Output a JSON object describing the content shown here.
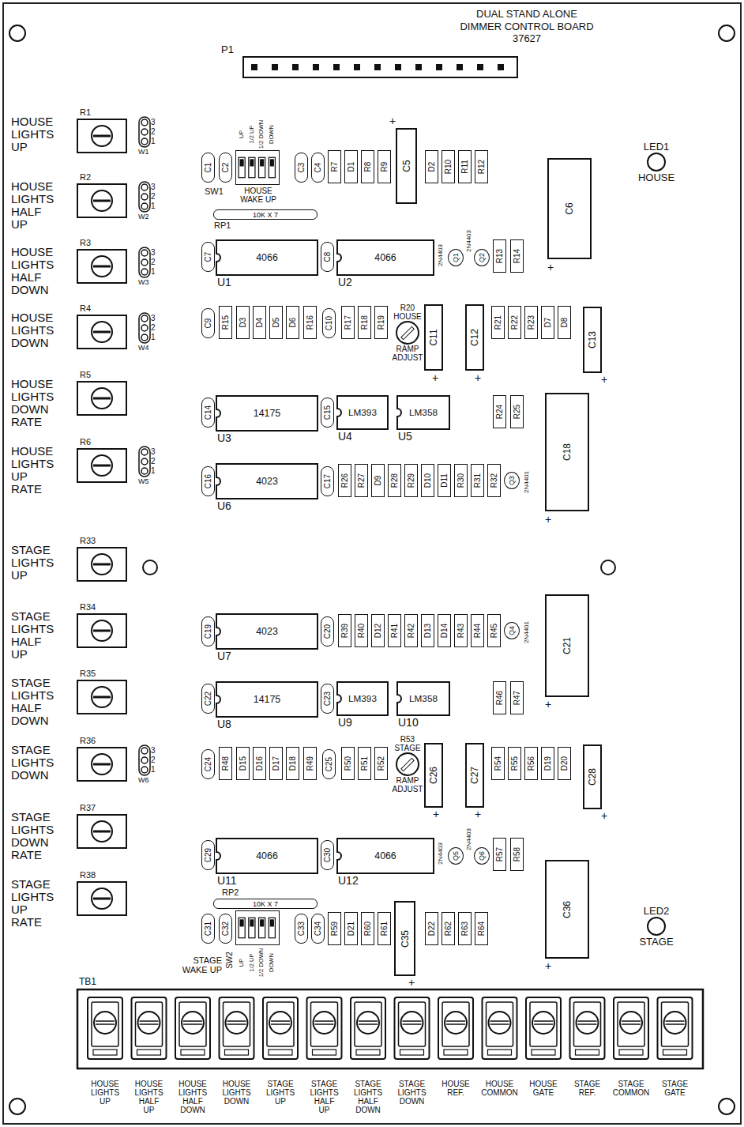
{
  "diagram": {
    "title": "DUAL STAND ALONE DIMMER CONTROL BOARD",
    "nodes": [
      {
        "text": [
          "HOUSE LIGHTS UP",
          "R1"
        ]
      },
      {
        "text": [
          "HOUSE LIGHTS HALF UP",
          "R2"
        ]
      },
      {
        "text": [
          "HOUSE LIGHTS HALF DOWN",
          "R3"
        ]
      },
      {
        "text": [
          "HOUSE LIGHTS DOWN",
          "R4"
        ]
      },
      {
        "text": [
          "HOUSE LIGHTS DOWN RATE",
          "R5"
        ]
      },
      {
        "text": [
          "HOUSE LIGHTS UP RATE",
          "R6"
        ]
      },
      {
        "text": [
          "STAGE LIGHTS UP",
          "R33"
        ]
      },
      {
        "text": [
          "STAGE LIGHTS HALF UP",
          "R34"
        ]
      },
      {
        "text": [
          "STAGE LIGHTS HALF DOWN",
          "R35"
        ]
      },
      {
        "text": [
          "STAGE LIGHTS DOWN",
          "R36"
        ]
      },
      {
        "text": [
          "STAGE LIGHTS DOWN RATE",
          "R37"
        ]
      },
      {
        "text": [
          "STAGE LIGHTS UP RATE",
          "R38"
        ]
      },
      {
        "text": [
          "C1"
        ]
      },
      {
        "text": [
          "C2"
        ]
      },
      {
        "text": [
          "UP",
          "1/2 UP",
          "1/2 DOWN",
          "DOWN",
          "SW1",
          "HOUSE WAKE UP"
        ]
      },
      {
        "text": [
          "C3"
        ]
      },
      {
        "text": [
          "C4"
        ]
      },
      {
        "text": [
          "R7"
        ]
      },
      {
        "text": [
          "D1"
        ]
      },
      {
        "text": [
          "R8"
        ]
      },
      {
        "text": [
          "R9"
        ]
      },
      {
        "text": [
          "C5"
        ]
      },
      {
        "text": [
          "D2"
        ]
      },
      {
        "text": [
          "R10"
        ]
      },
      {
        "text": [
          "R11"
        ]
      },
      {
        "text": [
          "R12"
        ]
      },
      {
        "text": [
          "C6"
        ]
      },
      {
        "text": [
          "LED1",
          "HOUSE"
        ]
      },
      {
        "text": [
          "10K X 7",
          "RP1"
        ]
      },
      {
        "text": [
          "C7"
        ]
      },
      {
        "text": [
          "4066",
          "U1"
        ]
      },
      {
        "text": [
          "C8"
        ]
      },
      {
        "text": [
          "4066",
          "U2"
        ]
      },
      {
        "text": [
          "Q1"
        ]
      },
      {
        "text": [
          "Q2"
        ]
      },
      {
        "text": [
          "R13"
        ]
      },
      {
        "text": [
          "R14"
        ]
      },
      {
        "text": [
          "C9"
        ]
      },
      {
        "text": [
          "R15"
        ]
      },
      {
        "text": [
          "D3"
        ]
      },
      {
        "text": [
          "D4"
        ]
      },
      {
        "text": [
          "D5"
        ]
      },
      {
        "text": [
          "D6"
        ]
      },
      {
        "text": [
          "R16"
        ]
      },
      {
        "text": [
          "C10"
        ]
      },
      {
        "text": [
          "R17"
        ]
      },
      {
        "text": [
          "R18"
        ]
      },
      {
        "text": [
          "R19"
        ]
      },
      {
        "text": [
          "R20 HOUSE",
          "RAMP ADJUST"
        ]
      },
      {
        "text": [
          "C11"
        ]
      },
      {
        "text": [
          "C12"
        ]
      },
      {
        "text": [
          "R21"
        ]
      },
      {
        "text": [
          "R22"
        ]
      },
      {
        "text": [
          "R23"
        ]
      },
      {
        "text": [
          "D7"
        ]
      },
      {
        "text": [
          "D8"
        ]
      },
      {
        "text": [
          "C13"
        ]
      },
      {
        "text": [
          "C14"
        ]
      },
      {
        "text": [
          "14175",
          "U3"
        ]
      },
      {
        "text": [
          "C15"
        ]
      },
      {
        "text": [
          "LM393",
          "U4"
        ]
      },
      {
        "text": [
          "LM358",
          "U5"
        ]
      },
      {
        "text": [
          "R24"
        ]
      },
      {
        "text": [
          "R25"
        ]
      },
      {
        "text": [
          "C18"
        ]
      },
      {
        "text": [
          "C16"
        ]
      },
      {
        "text": [
          "4023",
          "U6"
        ]
      },
      {
        "text": [
          "C17"
        ]
      },
      {
        "text": [
          "R26"
        ]
      },
      {
        "text": [
          "R27"
        ]
      },
      {
        "text": [
          "D9"
        ]
      },
      {
        "text": [
          "R28"
        ]
      },
      {
        "text": [
          "R29"
        ]
      },
      {
        "text": [
          "D10"
        ]
      },
      {
        "text": [
          "D11"
        ]
      },
      {
        "text": [
          "R30"
        ]
      },
      {
        "text": [
          "R31"
        ]
      },
      {
        "text": [
          "R32"
        ]
      },
      {
        "text": [
          "Q3"
        ]
      },
      {
        "text": [
          "C19"
        ]
      },
      {
        "text": [
          "4023",
          "U7"
        ]
      },
      {
        "text": [
          "C20"
        ]
      },
      {
        "text": [
          "R39"
        ]
      },
      {
        "text": [
          "R40"
        ]
      },
      {
        "text": [
          "D12"
        ]
      },
      {
        "text": [
          "R41"
        ]
      },
      {
        "text": [
          "R42"
        ]
      },
      {
        "text": [
          "D13"
        ]
      },
      {
        "text": [
          "D14"
        ]
      },
      {
        "text": [
          "R43"
        ]
      },
      {
        "text": [
          "R44"
        ]
      },
      {
        "text": [
          "R45"
        ]
      },
      {
        "text": [
          "Q4"
        ]
      },
      {
        "text": [
          "C21"
        ]
      },
      {
        "text": [
          "C22"
        ]
      },
      {
        "text": [
          "14175",
          "U8"
        ]
      },
      {
        "text": [
          "C23"
        ]
      },
      {
        "text": [
          "LM393",
          "U9"
        ]
      },
      {
        "text": [
          "LM358",
          "U10"
        ]
      },
      {
        "text": [
          "R46"
        ]
      },
      {
        "text": [
          "R47"
        ]
      },
      {
        "text": [
          "C24"
        ]
      },
      {
        "text": [
          "R48"
        ]
      },
      {
        "text": [
          "D15"
        ]
      },
      {
        "text": [
          "D16"
        ]
      },
      {
        "text": [
          "D17"
        ]
      },
      {
        "text": [
          "D18"
        ]
      },
      {
        "text": [
          "R49"
        ]
      },
      {
        "text": [
          "C25"
        ]
      },
      {
        "text": [
          "R50"
        ]
      },
      {
        "text": [
          "R51"
        ]
      },
      {
        "text": [
          "R52"
        ]
      },
      {
        "text": [
          "R53 STAGE",
          "RAMP ADJUST"
        ]
      },
      {
        "text": [
          "C26"
        ]
      },
      {
        "text": [
          "C27"
        ]
      },
      {
        "text": [
          "R54"
        ]
      },
      {
        "text": [
          "R55"
        ]
      },
      {
        "text": [
          "R56"
        ]
      },
      {
        "text": [
          "D19"
        ]
      },
      {
        "text": [
          "D20"
        ]
      },
      {
        "text": [
          "C28"
        ]
      },
      {
        "text": [
          "C29"
        ]
      },
      {
        "text": [
          "4066",
          "U11"
        ]
      },
      {
        "text": [
          "C30"
        ]
      },
      {
        "text": [
          "4066",
          "U12"
        ]
      },
      {
        "text": [
          "Q5"
        ]
      },
      {
        "text": [
          "Q6"
        ]
      },
      {
        "text": [
          "R57"
        ]
      },
      {
        "text": [
          "R58"
        ]
      },
      {
        "text": [
          "C36"
        ]
      },
      {
        "text": [
          "LED2",
          "STAGE"
        ]
      },
      {
        "text": [
          "10K X 7",
          "RP2"
        ]
      },
      {
        "text": [
          "C31"
        ]
      },
      {
        "text": [
          "C32"
        ]
      },
      {
        "text": [
          "UP",
          "1/2 UP",
          "1/2 DOWN",
          "DOWN",
          "SW2",
          "STAGE WAKE UP"
        ]
      },
      {
        "text": [
          "C33"
        ]
      },
      {
        "text": [
          "C34"
        ]
      },
      {
        "text": [
          "R59"
        ]
      },
      {
        "text": [
          "D21"
        ]
      },
      {
        "text": [
          "R60"
        ]
      },
      {
        "text": [
          "R61"
        ]
      },
      {
        "text": [
          "C35"
        ]
      },
      {
        "text": [
          "D22"
        ]
      },
      {
        "text": [
          "R62"
        ]
      },
      {
        "text": [
          "R63"
        ]
      },
      {
        "text": [
          "R64"
        ]
      }
    ],
    "labels": [
      "37627",
      "P1",
      "3",
      "2",
      "1",
      "W1",
      "3",
      "2",
      "1",
      "W2",
      "3",
      "2",
      "1",
      "W3",
      "3",
      "2",
      "1",
      "W4",
      "3",
      "2",
      "1",
      "W5",
      "3",
      "2",
      "1",
      "W6",
      "+",
      "+",
      "+",
      "+",
      "+",
      "+",
      "+",
      "+",
      "+",
      "+",
      "+",
      "+",
      "2N4403",
      "2N4403",
      "2N4401",
      "2N4401",
      "2N4403",
      "2N4403",
      "TB1",
      "HOUSE LIGHTS UP",
      "HOUSE LIGHTS HALF UP",
      "HOUSE LIGHTS HALF DOWN",
      "HOUSE LIGHTS DOWN",
      "STAGE LIGHTS UP",
      "STAGE LIGHTS HALF UP",
      "STAGE LIGHTS HALF DOWN",
      "STAGE LIGHTS DOWN",
      "HOUSE REF.",
      "HOUSE COMMON",
      "HOUSE GATE",
      "STAGE REF.",
      "STAGE COMMON",
      "STAGE GATE"
    ]
  }
}
